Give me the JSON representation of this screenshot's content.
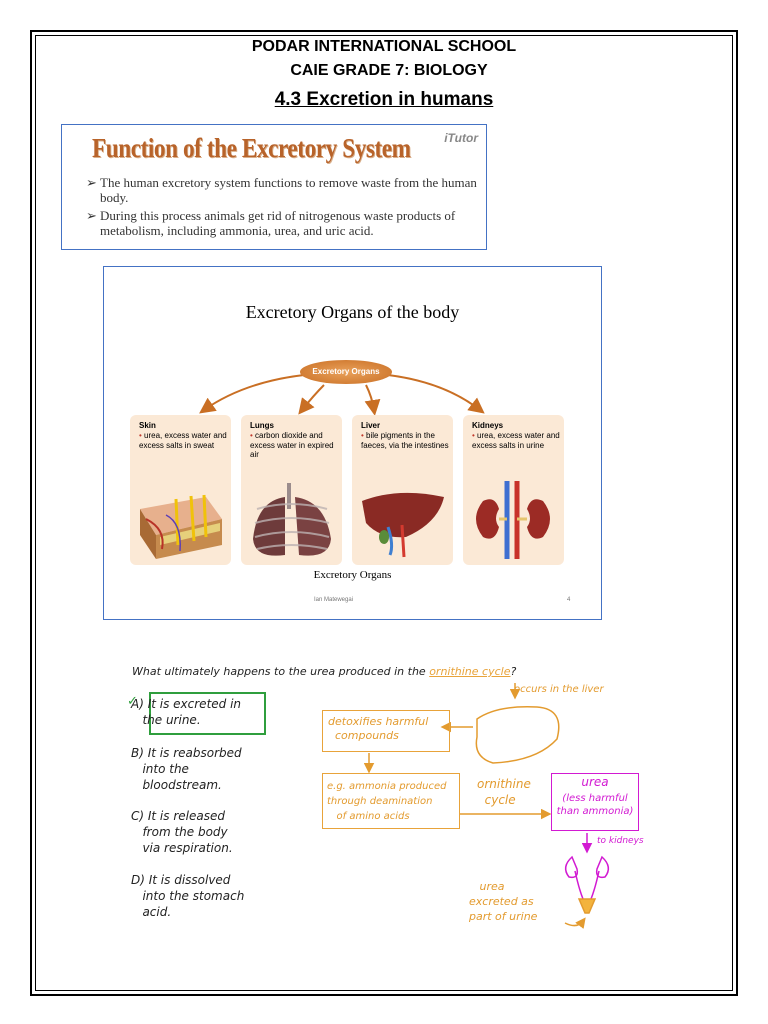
{
  "header": {
    "school": "PODAR INTERNATIONAL SCHOOL",
    "grade": "CAIE GRADE 7: BIOLOGY",
    "topic": "4.3 Excretion in humans"
  },
  "function_box": {
    "title": "Function of the Excretory System",
    "logo": "iTutor",
    "bullets": [
      "The human excretory system functions to remove waste from the human body.",
      "During this process animals get rid of nitrogenous waste products of metabolism, including ammonia, urea, and uric acid."
    ]
  },
  "slide": {
    "title": "Excretory Organs of the body",
    "center_label": "Excretory Organs",
    "organs": [
      {
        "name": "Skin",
        "desc": "urea, excess water and excess salts in sweat"
      },
      {
        "name": "Lungs",
        "desc": "carbon dioxide and excess water in expired air"
      },
      {
        "name": "Liver",
        "desc": "bile pigments in the faeces, via the intestines"
      },
      {
        "name": "Kidneys",
        "desc": "urea, excess water and excess salts in urine"
      }
    ],
    "caption": "Excretory Organs",
    "footer": "Ian Matewegai",
    "page_number": "4",
    "colors": {
      "accent": "#c96f24",
      "card": "#fbe9d6"
    }
  },
  "ornithine": {
    "question_pre": "What ultimately happens to the urea produced in the ",
    "question_term": "ornithine cycle",
    "question_post": "?",
    "options": {
      "a": "A) It is excreted in\n   the urine.",
      "b": "B) It is reabsorbed\n   into the\n   bloodstream.",
      "c": "C) It is released\n   from the body\n   via respiration.",
      "d": "D) It is dissolved\n   into the stomach\n   acid."
    },
    "tick": "✓",
    "liver_note": "occurs in the liver",
    "detox": "detoxifies harmful\n  compounds",
    "example": "e.g. ammonia produced\nthrough deamination\n   of amino acids",
    "cycle": "ornithine\n  cycle",
    "urea_title": "urea",
    "urea_note": "(less harmful\nthan ammonia)",
    "to_kidneys": "to kidneys",
    "excreted": "   urea\nexcreted as\npart of urine",
    "colors": {
      "orange": "#e39b2f",
      "pink": "#d21ad2",
      "green": "#2f9e3d"
    }
  }
}
